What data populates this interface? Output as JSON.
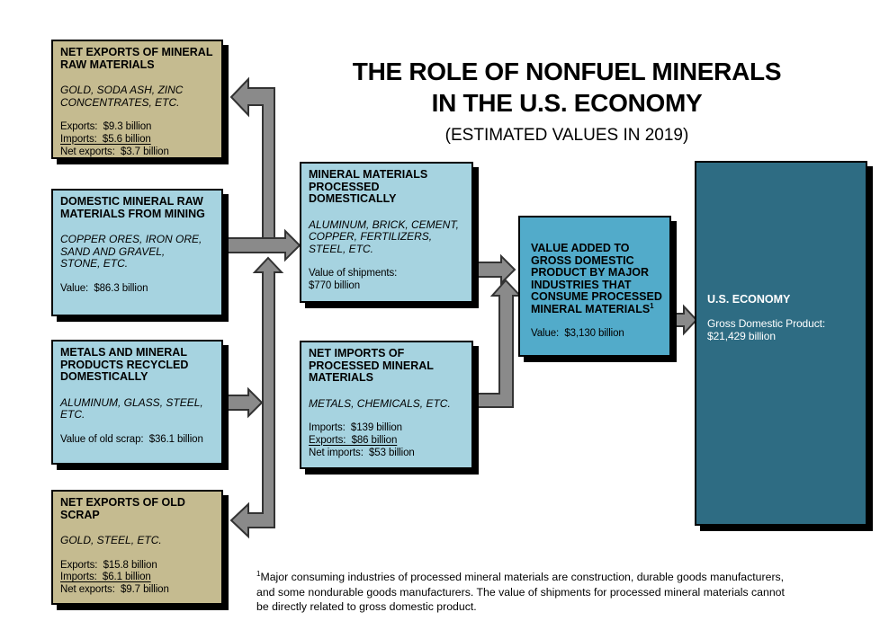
{
  "title": {
    "line1": "THE ROLE OF NONFUEL MINERALS",
    "line2": "IN THE U.S. ECONOMY",
    "line3": "(ESTIMATED VALUES IN 2019)"
  },
  "boxes": {
    "net_exports_raw": {
      "heading": "NET EXPORTS OF MINERAL\nRAW MATERIALS",
      "examples": "GOLD, SODA ASH, ZINC\nCONCENTRATES, ETC.",
      "stats": [
        "Exports:  $9.3 billion",
        "Imports:  $5.6 billion",
        "Net exports:  $3.7 billion"
      ]
    },
    "domestic_raw": {
      "heading": "DOMESTIC MINERAL RAW\nMATERIALS FROM MINING",
      "examples": "COPPER ORES, IRON ORE,\nSAND AND GRAVEL,\nSTONE, ETC.",
      "stats": [
        "Value:  $86.3 billion"
      ]
    },
    "recycled": {
      "heading": "METALS AND MINERAL\nPRODUCTS RECYCLED\nDOMESTICALLY",
      "examples": "ALUMINUM, GLASS, STEEL,\nETC.",
      "stats": [
        "Value of old scrap:  $36.1 billion"
      ]
    },
    "net_exports_scrap": {
      "heading": "NET EXPORTS OF OLD\nSCRAP",
      "examples": "GOLD, STEEL, ETC.",
      "stats": [
        "Exports:  $15.8 billion",
        "Imports:  $6.1 billion",
        "Net exports:  $9.7 billion"
      ]
    },
    "processed": {
      "heading": "MINERAL MATERIALS\nPROCESSED\nDOMESTICALLY",
      "examples": "ALUMINUM, BRICK, CEMENT,\nCOPPER, FERTILIZERS,\nSTEEL, ETC.",
      "stats": [
        "Value of shipments:\n$770 billion"
      ]
    },
    "net_imports_processed": {
      "heading": "NET IMPORTS OF\nPROCESSED MINERAL\nMATERIALS",
      "examples": "METALS, CHEMICALS, ETC.",
      "stats": [
        "Imports:  $139 billion",
        "Exports:  $86 billion",
        "Net imports:  $53 billion"
      ]
    },
    "value_added": {
      "heading": "VALUE ADDED TO\nGROSS DOMESTIC\nPRODUCT BY MAJOR\nINDUSTRIES THAT\nCONSUME PROCESSED\nMINERAL MATERIALS",
      "heading_sup": "1",
      "stats": [
        "Value:  $3,130 billion"
      ]
    },
    "us_economy": {
      "heading": "U.S. ECONOMY",
      "stats": [
        "Gross Domestic Product:\n$21,429 billion"
      ]
    }
  },
  "flows": [
    {
      "from": "domestic-mineral-raw-materials-from-mining",
      "to": "net-exports-of-mineral-raw-materials"
    },
    {
      "from": "domestic-mineral-raw-materials-from-mining",
      "to": "mineral-materials-processed-domestically"
    },
    {
      "from": "metals-and-mineral-products-recycled-domestically",
      "to": "mineral-materials-processed-domestically"
    },
    {
      "from": "metals-and-mineral-products-recycled-domestically",
      "to": "net-exports-of-old-scrap"
    },
    {
      "from": "mineral-materials-processed-domestically",
      "to": "value-added-to-gross-domestic-product"
    },
    {
      "from": "net-imports-of-processed-mineral-materials",
      "to": "value-added-to-gross-domestic-product"
    },
    {
      "from": "value-added-to-gross-domestic-product",
      "to": "us-economy"
    }
  ],
  "footnote": {
    "sup": "1",
    "text": "Major consuming industries of processed mineral materials are construction, durable goods manufacturers, and some nondurable goods manufacturers. The value of shipments for processed mineral materials cannot be directly related to gross domestic product."
  },
  "colors": {
    "tan": "#c5bb90",
    "light_blue": "#a6d3e0",
    "medium_blue": "#52abca",
    "dark_teal": "#2e6c83",
    "arrow_gray": "#8a8a8a",
    "arrow_outline": "#333333"
  }
}
